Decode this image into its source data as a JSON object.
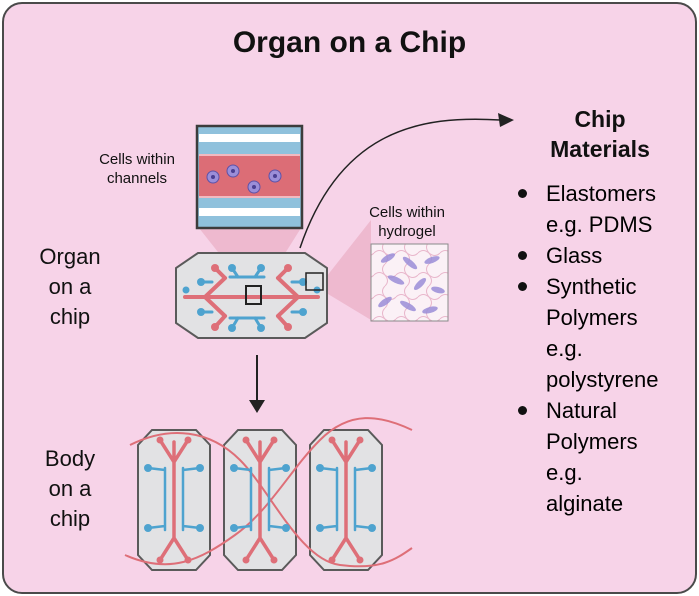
{
  "title": "Organ on a Chip",
  "labels": {
    "cells_channels": [
      "Cells within",
      "channels"
    ],
    "cells_hydrogel": [
      "Cells within",
      "hydrogel"
    ],
    "organ_chip": [
      "Organ",
      "on a",
      "chip"
    ],
    "body_chip": [
      "Body",
      "on a",
      "chip"
    ]
  },
  "materials": {
    "title": [
      "Chip",
      "Materials"
    ],
    "items": [
      [
        "Elastomers",
        "e.g. PDMS"
      ],
      [
        "Glass"
      ],
      [
        "Synthetic",
        "Polymers",
        "e.g.",
        "polystyrene"
      ],
      [
        "Natural",
        "Polymers",
        "e.g.",
        "alginate"
      ]
    ]
  },
  "colors": {
    "background": "#f7d3e8",
    "chip_fill": "#e2e2e4",
    "channel_red": "#de6f78",
    "cell_blue": "#4ea3cf",
    "hydrogel_purple": "#9b8ed8"
  },
  "icons": [
    "arrow-right-icon",
    "arrow-down-icon",
    "cell-icon"
  ]
}
